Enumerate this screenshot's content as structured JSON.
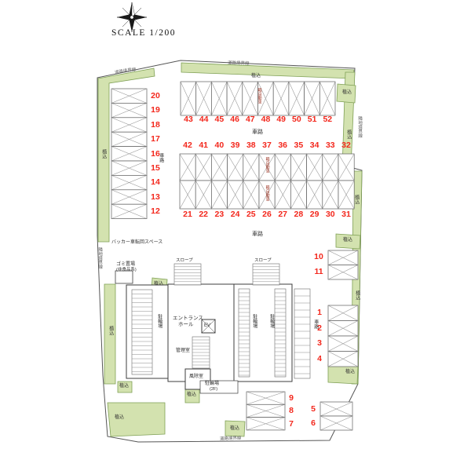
{
  "meta": {
    "scale_label": "SCALE 1/200"
  },
  "colors": {
    "green_fill": "#d3e2af",
    "green_stroke": "#7fa055",
    "red_number": "#f3271c",
    "outline": "#555555"
  },
  "numbers": {
    "left_column": [
      "20",
      "19",
      "18",
      "17",
      "16",
      "15",
      "14",
      "13",
      "12"
    ],
    "row_top": [
      "43",
      "44",
      "45",
      "46",
      "47",
      "48",
      "49",
      "50",
      "51",
      "52"
    ],
    "row_middle": [
      "42",
      "41",
      "40",
      "39",
      "38",
      "37",
      "36",
      "35",
      "34",
      "33",
      "32"
    ],
    "row_lower": [
      "21",
      "22",
      "23",
      "24",
      "25",
      "26",
      "27",
      "28",
      "29",
      "30",
      "31"
    ],
    "right_upper": [
      "10",
      "11"
    ],
    "right_mid": [
      "1",
      "2",
      "3",
      "4"
    ],
    "bottom_left": [
      "9",
      "8",
      "7"
    ],
    "bottom_right": [
      "5",
      "6"
    ]
  },
  "labels": {
    "planting": "植込",
    "driveway": "車路",
    "packer_space": "バッカー車転回スペース",
    "garbage": "ゴミ置場",
    "garbage_sub": "(非食品系)",
    "entrance_line1": "エントランス",
    "entrance_line2": "ホール",
    "bike_parking": "駐輪場",
    "floor_2f": "(2F)",
    "slope": "スロープ",
    "admin_room": "管理室",
    "windbreak_room": "風除室",
    "elevator": "EV",
    "kei_car": "軽自動車",
    "boundary_road": "道路境界線",
    "boundary_adjacent": "隣地境界線"
  }
}
